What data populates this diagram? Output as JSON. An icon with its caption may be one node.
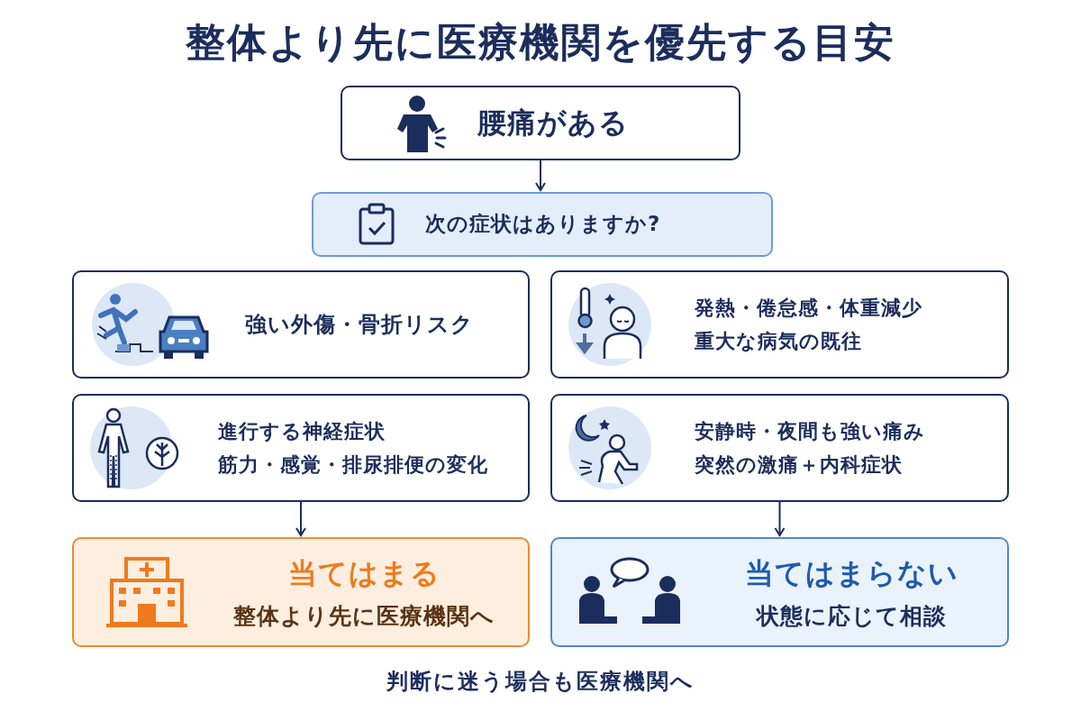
{
  "diagram": {
    "title": "整体より先に医療機関を優先する目安",
    "nodes": [
      {
        "text": [
          "腰痛がある"
        ]
      },
      {
        "text": [
          "次の症状はありますか?"
        ]
      },
      {
        "text": [
          "強い外傷・骨折リスク"
        ]
      },
      {
        "text": [
          "発熱・倦怠感・体重減少",
          "重大な病気の既往"
        ]
      },
      {
        "text": [
          "進行する神経症状",
          "筋力・感覚・排尿排便の変化"
        ]
      },
      {
        "text": [
          "安静時・夜間も強い痛み",
          "突然の激痛＋内科症状"
        ]
      },
      {
        "text": [
          "当てはまる",
          "整体より先に医療機関へ"
        ]
      },
      {
        "text": [
          "当てはまらない",
          "状態に応じて相談"
        ]
      }
    ],
    "edges": [
      {
        "from": 0,
        "to": 1,
        "arrow": "to"
      },
      {
        "from": 4,
        "to": 6,
        "arrow": "to"
      },
      {
        "from": 5,
        "to": 7,
        "arrow": "to"
      }
    ],
    "caption": "判断に迷う場合も医療機関へ"
  }
}
